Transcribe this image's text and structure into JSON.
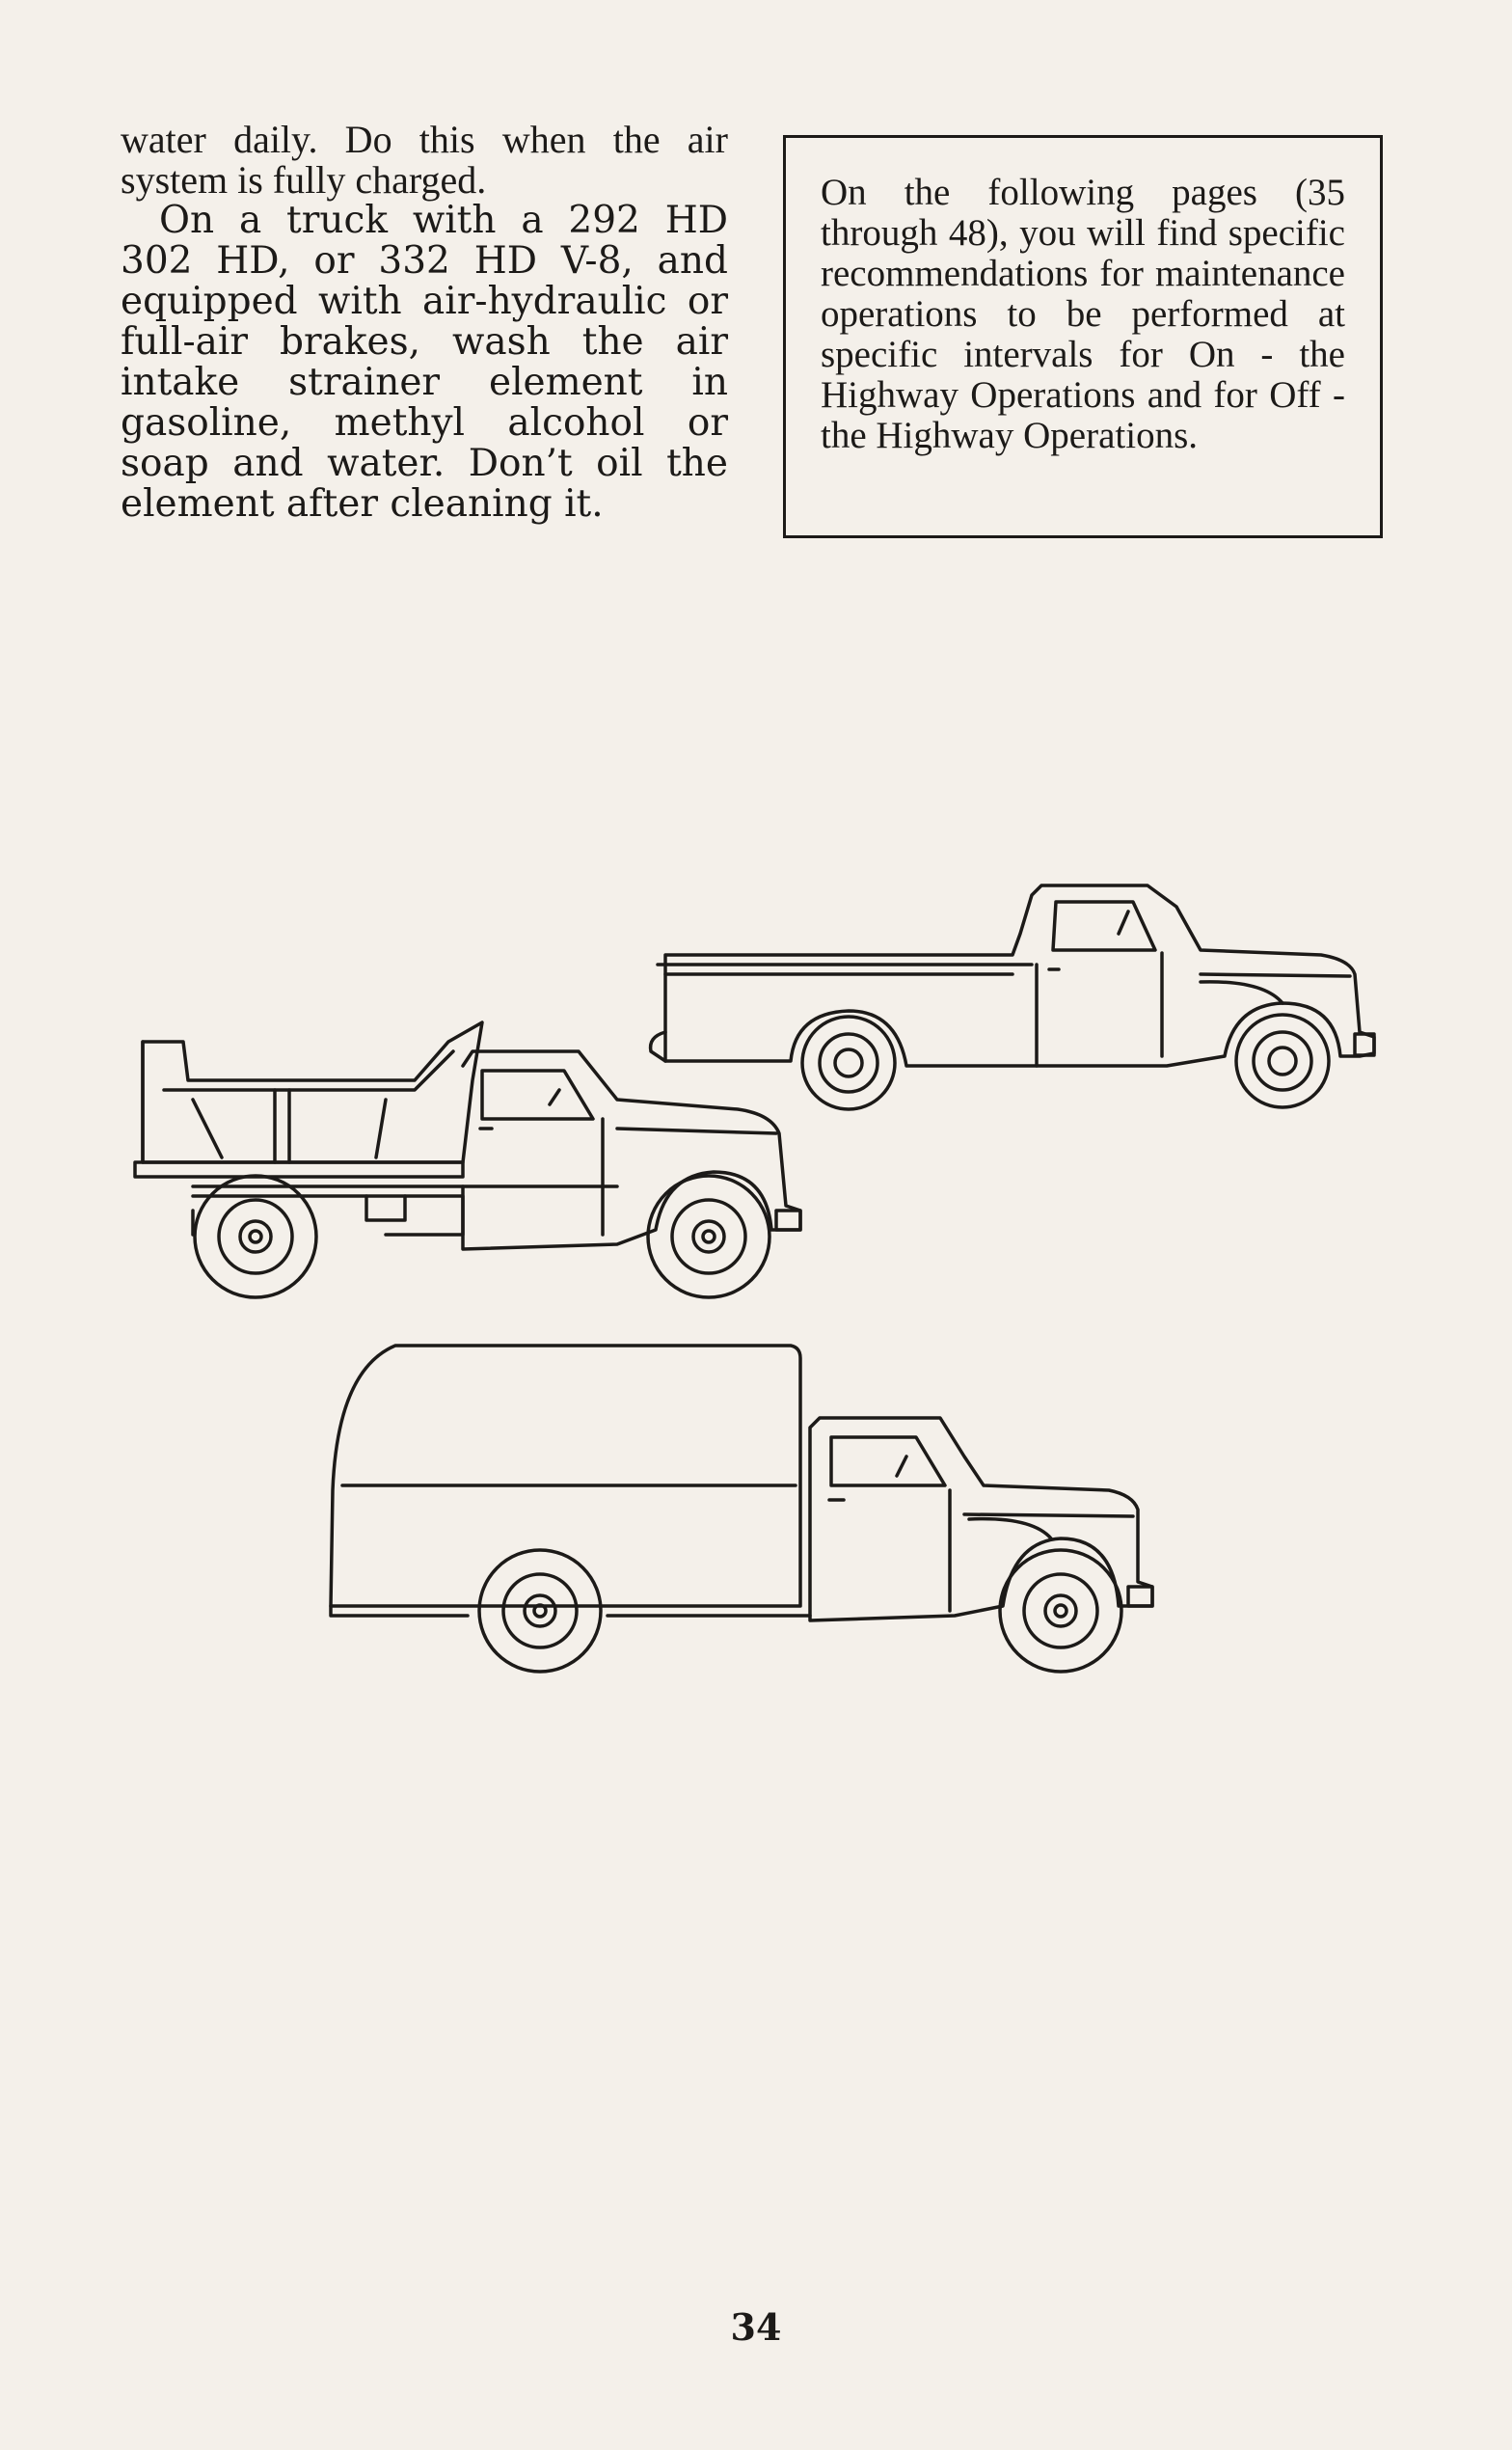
{
  "left_column": {
    "paragraph_1": "water daily. Do this when the air system is fully charged.",
    "paragraph_2": "On a truck with a 292 HD 302 HD, or 332 HD V-8, and equipped with air-hydraulic or full-air brakes, wash the air intake strainer element in gasoline, methyl alcohol or soap and water. Don’t oil the element after cleaning it."
  },
  "callout": {
    "text": "On the following pages (35 through 48), you will find specific recommendations for maintenance operations to be performed at specific intervals for On - the Highway Operations and for Off - the Highway Operations."
  },
  "illustrations": {
    "items": [
      "pickup-truck",
      "dump-truck",
      "box-van-truck"
    ]
  },
  "footer": {
    "page_number": "34"
  }
}
